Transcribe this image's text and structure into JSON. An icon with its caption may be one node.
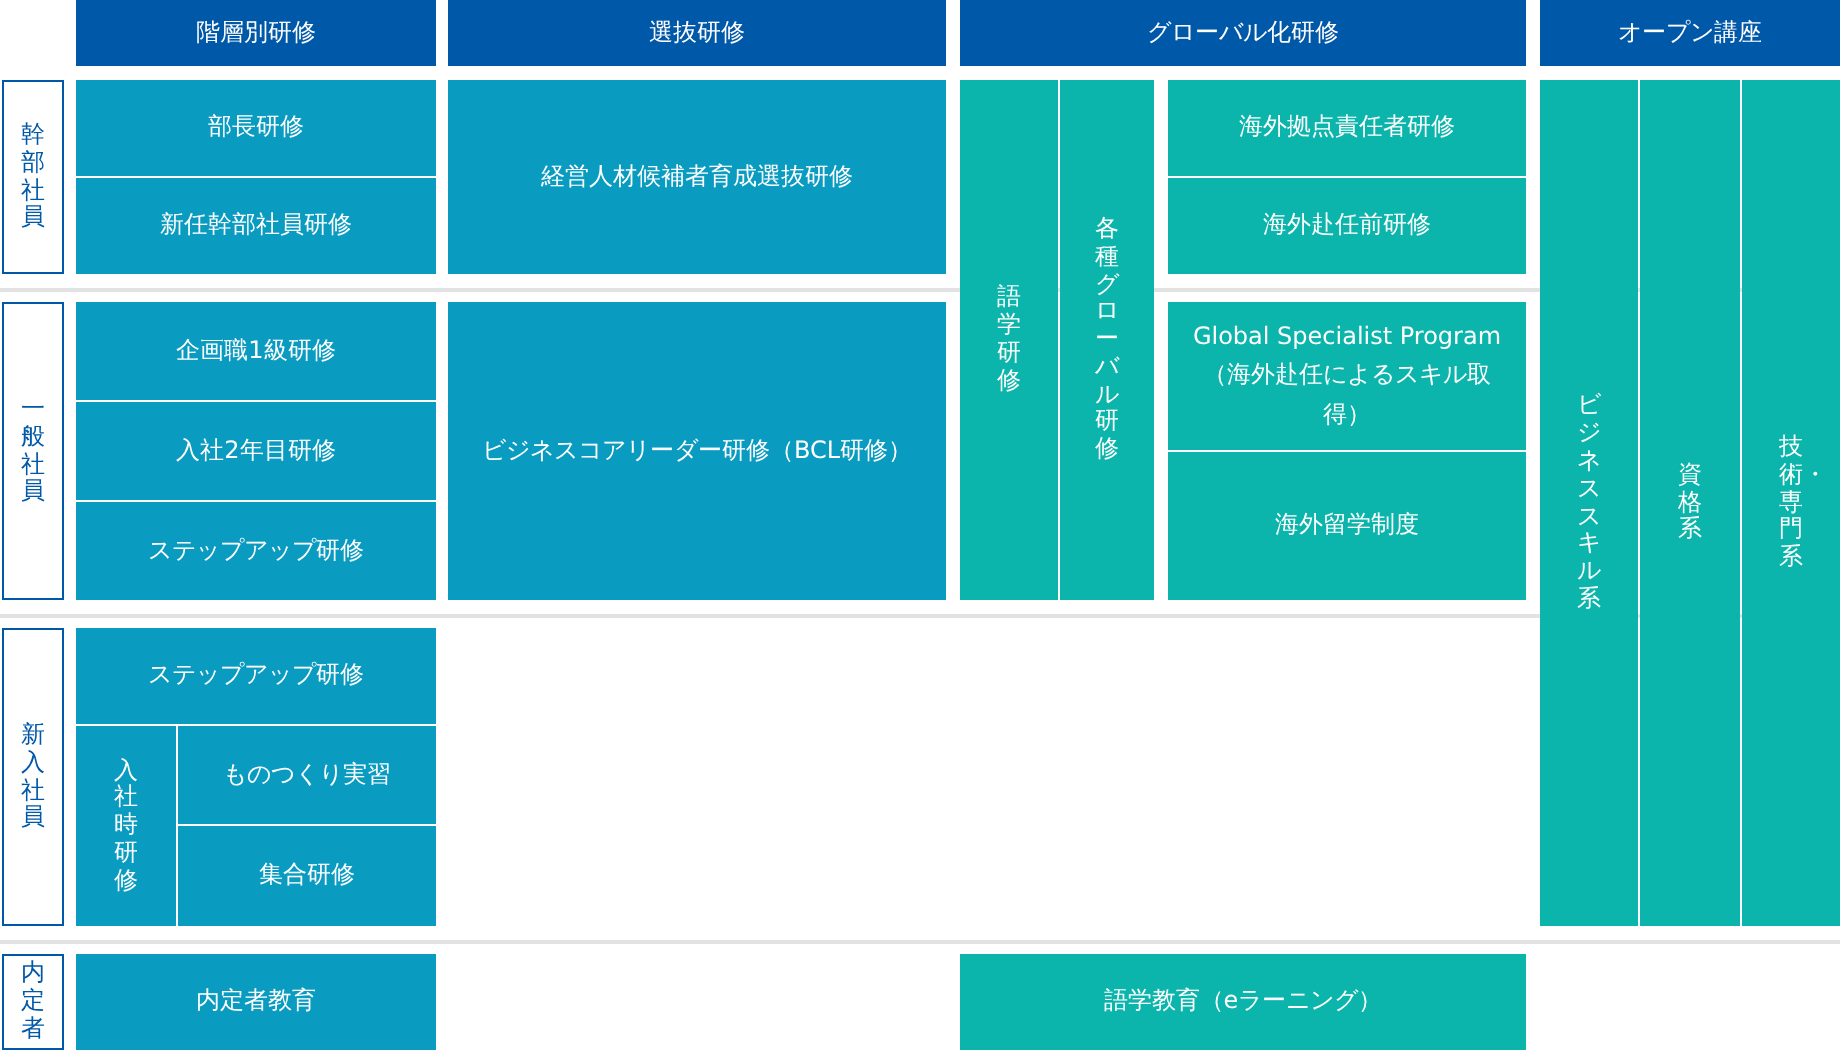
{
  "diagram": {
    "nodes": [
      {
        "text": [
          "階層別研修"
        ]
      },
      {
        "text": [
          "選抜研修"
        ]
      },
      {
        "text": [
          "グローバル化研修"
        ]
      },
      {
        "text": [
          "オープン講座"
        ]
      },
      {
        "text": [
          "幹部社員"
        ]
      },
      {
        "text": [
          "部長研修"
        ]
      },
      {
        "text": [
          "経営人材候補者育成選抜研修"
        ]
      },
      {
        "text": [
          "語学研修"
        ]
      },
      {
        "text": [
          "各種グローバル研修"
        ]
      },
      {
        "text": [
          "海外拠点責任者研修"
        ]
      },
      {
        "text": [
          "ビジネススキル系"
        ]
      },
      {
        "text": [
          "資格系"
        ]
      },
      {
        "text": [
          "技術・専門系"
        ]
      },
      {
        "text": [
          "新任幹部社員研修"
        ]
      },
      {
        "text": [
          "海外赴任前研修"
        ]
      },
      {
        "text": [
          "一般社員"
        ]
      },
      {
        "text": [
          "企画職1級研修"
        ]
      },
      {
        "text": [
          "ビジネスコアリーダー研修（BCL研修）"
        ]
      },
      {
        "text": [
          "Global Specialist Program （海外赴任によるスキル取得）"
        ]
      },
      {
        "text": [
          "入社2年目研修"
        ]
      },
      {
        "text": [
          "海外留学制度"
        ]
      },
      {
        "text": [
          "ステップアップ研修"
        ]
      },
      {
        "text": [
          "新入社員"
        ]
      },
      {
        "text": [
          "ステップアップ研修"
        ]
      },
      {
        "text": [
          "入社時研修"
        ]
      },
      {
        "text": [
          "ものつくり実習"
        ]
      },
      {
        "text": [
          "集合研修"
        ]
      },
      {
        "text": [
          "内定者"
        ]
      },
      {
        "text": [
          "内定者教育"
        ]
      },
      {
        "text": [
          "語学教育（eラーニング）"
        ]
      }
    ]
  }
}
